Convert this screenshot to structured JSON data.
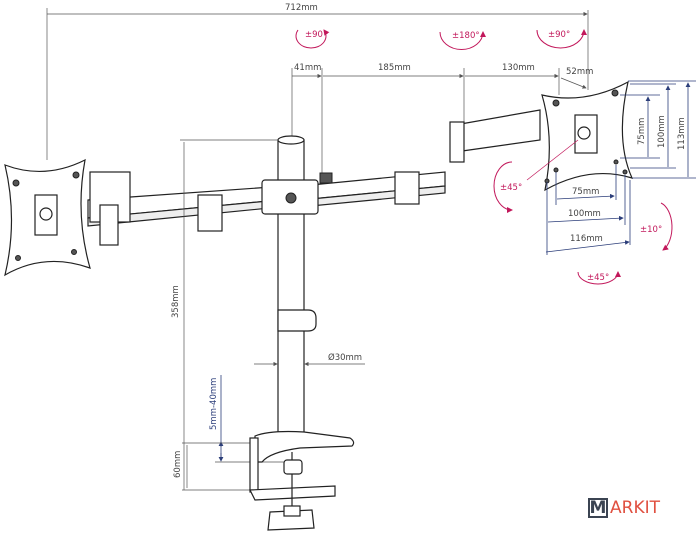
{
  "dimensions": {
    "total_width": "712mm",
    "d41": "41mm",
    "d185": "185mm",
    "d130": "130mm",
    "d52": "52mm",
    "vesa_v75": "75mm",
    "vesa_v100": "100mm",
    "plate_h113": "113mm",
    "vesa_h75": "75mm",
    "vesa_h100": "100mm",
    "plate_w116": "116mm",
    "pole_height": "358mm",
    "pole_diameter": "Ø30mm",
    "desk_thickness": "5mm-40mm",
    "clamp_height": "60mm"
  },
  "rotations": {
    "arm1": "±90°",
    "arm2": "±180°",
    "arm3": "±90°",
    "swivel": "±45°",
    "tilt": "±10°",
    "rotate": "±45°"
  },
  "logo": {
    "first": "M",
    "rest": "ARKIT",
    "text": "MARKIT"
  },
  "colors": {
    "accent": "#c2185b",
    "dim_line": "#2c3e7a",
    "logo_red": "#e05040",
    "logo_dark": "#3b4452"
  }
}
